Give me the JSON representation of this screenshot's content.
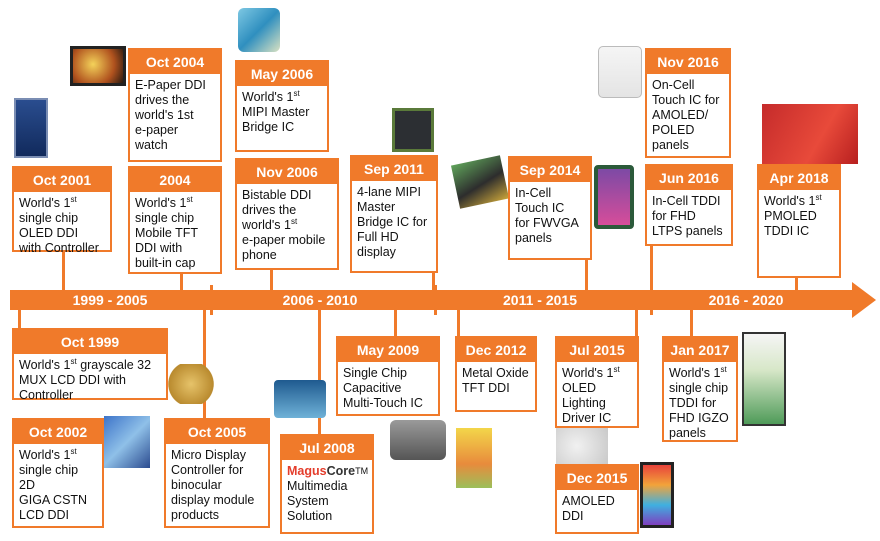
{
  "eras": [
    "1999 - 2005",
    "2006 - 2010",
    "2011 - 2015",
    "2016 - 2020"
  ],
  "milestones": [
    {
      "date": "Oct 2001",
      "l1": "World's 1",
      "sup": "st",
      "l2": "single chip\nOLED DDI\nwith Controller"
    },
    {
      "date": "Oct 2004",
      "text": "E-Paper DDI\ndrives the\nworld's 1st\ne-paper\nwatch"
    },
    {
      "date": "2004",
      "l1": "World's 1",
      "sup": "st",
      "l2": "single chip\nMobile TFT\nDDI with\nbuilt-in cap"
    },
    {
      "date": "May 2006",
      "l1": "World's 1",
      "sup": "st",
      "l2": "MIPI Master\nBridge IC"
    },
    {
      "date": "Nov 2006",
      "l1": "Bistable DDI\ndrives the\nworld's 1",
      "sup": "st",
      "l2": "e-paper mobile\nphone"
    },
    {
      "date": "Sep 2011",
      "text": "4-lane MIPI\nMaster\nBridge IC for\nFull HD\ndisplay"
    },
    {
      "date": "Sep 2014",
      "text": "In-Cell\nTouch IC\nfor FWVGA\npanels"
    },
    {
      "date": "Nov 2016",
      "text": "On-Cell\nTouch IC for\nAMOLED/\nPOLED\npanels"
    },
    {
      "date": "Jun 2016",
      "text": "In-Cell TDDI\nfor FHD\nLTPS panels"
    },
    {
      "date": "Apr 2018",
      "l1": "World's 1",
      "sup": "st",
      "l2": "PMOLED\nTDDI IC"
    },
    {
      "date": "Oct 1999",
      "l1": "World's 1",
      "sup": "st",
      "l2": " grayscale 32\nMUX LCD DDI with\nController"
    },
    {
      "date": "Oct 2002",
      "l1": "World's 1",
      "sup": "st",
      "l2": "single chip 2D\nGIGA CSTN\nLCD DDI"
    },
    {
      "date": "Oct 2005",
      "text": "Micro Display\nController for\nbinocular\ndisplay module\nproducts"
    },
    {
      "date": "May 2009",
      "text": "Single Chip\nCapacitive\nMulti-Touch IC"
    },
    {
      "date": "Jul 2008",
      "brand_a": "Magus",
      "brand_b": "Core",
      "tm": "TM",
      "text": "Multimedia\nSystem\nSolution"
    },
    {
      "date": "Dec 2012",
      "text": "Metal Oxide\nTFT DDI"
    },
    {
      "date": "Jul 2015",
      "l1": "World's 1",
      "sup": "st",
      "l2": "OLED\nLighting\nDriver IC"
    },
    {
      "date": "Dec 2015",
      "text": "AMOLED\nDDI"
    },
    {
      "date": "Jan 2017",
      "l1": "World's 1",
      "sup": "st",
      "l2": "single chip\nTDDI for\nFHD IGZO\npanels"
    }
  ],
  "colors": {
    "accent": "#f07a2a",
    "brand": "#e43d2c"
  }
}
